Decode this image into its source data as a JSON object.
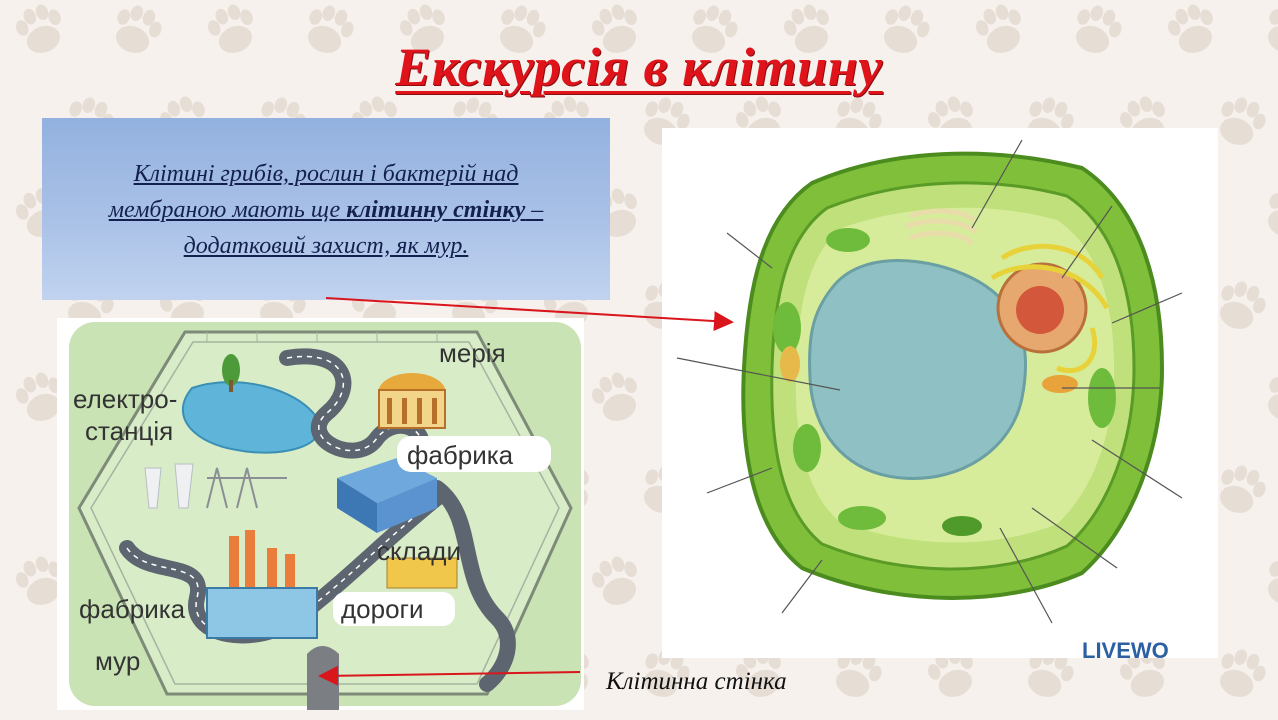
{
  "title": "Екскурсія в клітину",
  "note": {
    "line1": "Клітині грибів, рослин і бактерій над",
    "line2_start": "мембраною мають ще ",
    "line2_bold": "клітинну стінку",
    "line2_end": " –",
    "line3": "додатковий захист, як мур."
  },
  "city_labels": {
    "meria": "мерія",
    "power1": "електро-",
    "power2": "станція",
    "factory1": "фабрика",
    "warehouses": "склади",
    "factory2": "фабрика",
    "roads": "дороги",
    "wall": "мур"
  },
  "caption": "Клітинна стінка",
  "watermark": "LIVEWO",
  "colors": {
    "title": "#e0131b",
    "arrow": "#d9161c",
    "note_bg": "#a9c1e7"
  }
}
